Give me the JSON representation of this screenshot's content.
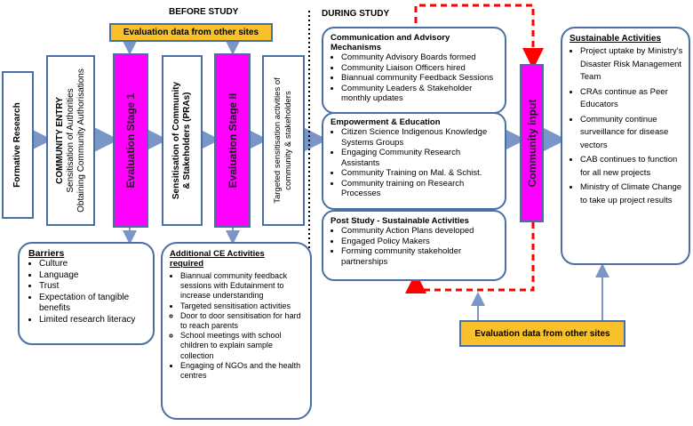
{
  "headers": {
    "before": "BEFORE STUDY",
    "during": "DURING STUDY"
  },
  "evaluation_top": "Evaluation data from other sites",
  "evaluation_bottom": "Evaluation data from other sites",
  "formative": "Formative Research",
  "community_entry": {
    "title": "COMMUNITY ENTRY",
    "line1": "Sensitisation of Authorities",
    "line2": "Obtaining Community Authorisations"
  },
  "eval1": "Evaluation Stage 1",
  "sensitisation": {
    "line1": "Sensitisation of Community",
    "line2": "& Stakeholders (PRAs)"
  },
  "eval2": "Evaluation Stage II",
  "targeted": {
    "line1": "Targeted sensitisation activities of",
    "line2": "community & stakeholders"
  },
  "comm_advisory": {
    "title": [
      "Communication and Advisory",
      "Mechanisms"
    ],
    "items": [
      "Community Advisory Boards formed",
      "Community Liaison Officers hired",
      "Biannual community Feedback Sessions",
      "Community Leaders  & Stakeholder monthly updates"
    ]
  },
  "empowerment": {
    "title": "Empowerment & Education",
    "items": [
      "Citizen Science Indigenous Knowledge Systems Groups",
      "Engaging Community Research Assistants",
      "Community Training on Mal. & Schist.",
      "Community training on Research Processes"
    ]
  },
  "post_study": {
    "title": "Post Study - Sustainable Activities",
    "items": [
      "Community Action Plans developed",
      "Engaged Policy Makers",
      "Forming community stakeholder partnerships"
    ]
  },
  "community_input": "Community  input",
  "sustainable": {
    "title": "Sustainable Activities",
    "items": [
      "Project uptake by Ministry's Disaster Risk Management Team",
      " CRAs continue as Peer Educators",
      "Community continue surveillance for disease vectors",
      "CAB continues to function for all new projects",
      "Ministry of Climate Change to take up project results"
    ]
  },
  "barriers": {
    "title": "Barriers",
    "items": [
      "Culture",
      "Language",
      "Trust",
      "Expectation of tangible benefits",
      "Limited research literacy"
    ]
  },
  "additional": {
    "title": "Additional CE Activities required",
    "items": [
      "Biannual community feedback sessions with Edutainment to increase understanding",
      "Targeted sensitisation activities"
    ],
    "subitems": [
      "Door to door sensitisation for hard to reach parents",
      "School meetings with school children to explain sample collection"
    ],
    "last": "Engaging of NGOs and the health centres"
  },
  "colors": {
    "arrow": "#7a96c8",
    "border": "#4a6fa5",
    "magenta": "#ff00ff",
    "orange": "#f8c12c",
    "dashed": "#ff0000"
  }
}
